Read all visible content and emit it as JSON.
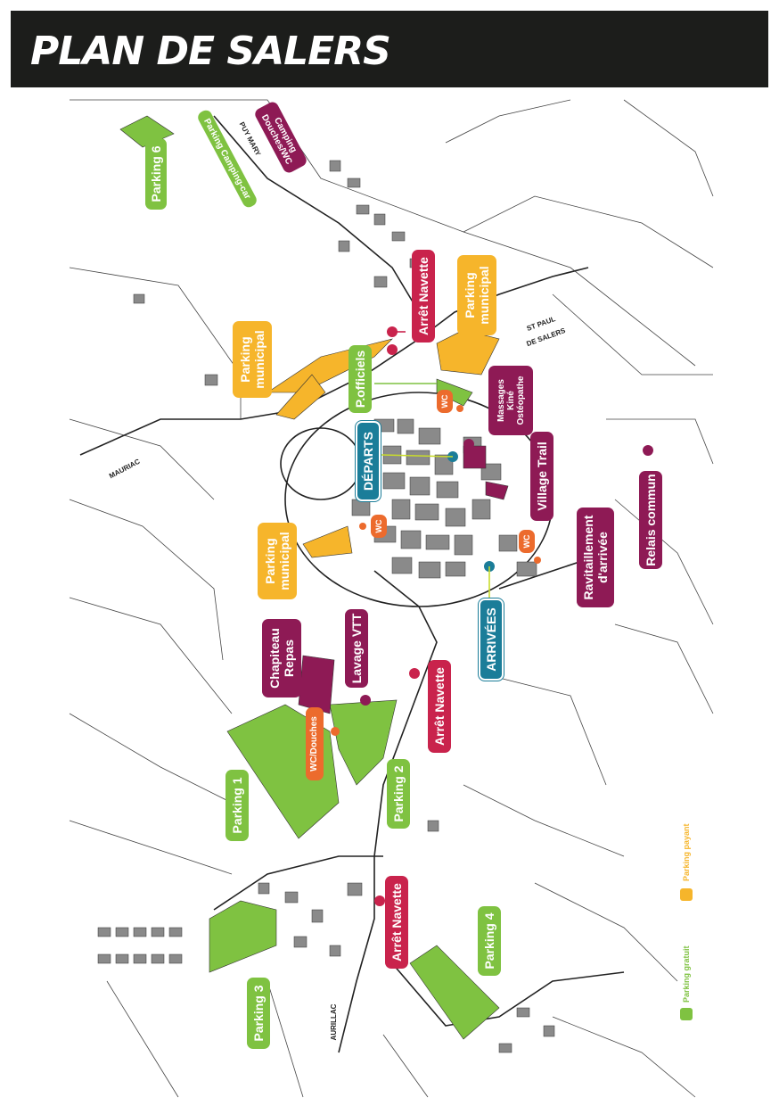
{
  "title": "PLAN DE SALERS",
  "colors": {
    "parking_gratuit": "#7fc241",
    "parking_payant": "#f6b52b",
    "arret_navette": "#c9234c",
    "services": "#8e1a55",
    "departs_arrivees": "#1b7d99",
    "wc": "#ec6b2d"
  },
  "labels": {
    "parking6": "Parking 6",
    "parking_camping_car": "Parking Camping-car",
    "camping_douches": "Camping\nDouches/WC",
    "puy_mary": "PUY MARY",
    "arret_navette_1": "Arrêt Navette",
    "arret_navette_2": "Arrêt Navette",
    "arret_navette_3": "Arrêt Navette",
    "parking_municipal_1": "Parking\nmunicipal",
    "parking_municipal_2": "Parking\nmunicipal",
    "parking_municipal_3": "Parking\nmunicipal",
    "st_paul": "ST PAUL\nDE SALERS",
    "p_officiels": "P.officiels",
    "wc": "WC",
    "massages": "Massages\nKiné\nOstéopathe",
    "departs": "DÉPARTS",
    "village_trail": "Village Trail",
    "mauriac": "MAURIAC",
    "ravitaillement": "Ravitaillement\nd'arrivée",
    "relais": "Relais commun",
    "arrivees": "ARRIVÉES",
    "chapiteau": "Chapiteau\nRepas",
    "lavage": "Lavage VTT",
    "wc_douches": "WC/Douches",
    "parking1": "Parking 1",
    "parking2": "Parking 2",
    "parking3": "Parking 3",
    "parking4": "Parking 4",
    "aurillac": "AURILLAC"
  },
  "legend": {
    "gratuit": "Parking gratuit",
    "payant": "Parking payant"
  }
}
